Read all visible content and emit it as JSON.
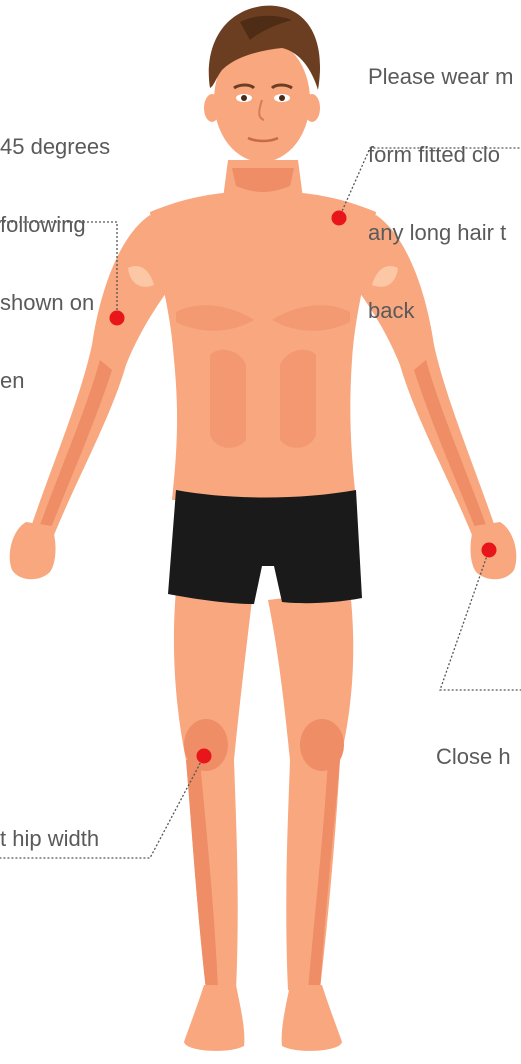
{
  "colors": {
    "skin": "#F8A77F",
    "skin_shadow": "#EE8D66",
    "skin_light": "#FCC7A4",
    "hair": "#6B3E21",
    "hair_dark": "#4E2C16",
    "shorts": "#1A1A1A",
    "marker": "#E8151B",
    "leader_line": "#555555",
    "text": "#5A5A5A"
  },
  "callouts": {
    "clothing": {
      "lines": [
        "Please wear m",
        "form fitted clo",
        "any long hair t",
        "back"
      ],
      "marker_icon": "red-dot"
    },
    "arms": {
      "lines": [
        "45 degrees",
        "following",
        "shown on",
        "en"
      ],
      "marker_icon": "red-dot"
    },
    "hands": {
      "lines": [
        "Close h"
      ],
      "marker_icon": "red-dot"
    },
    "feet": {
      "lines": [
        "t hip width"
      ],
      "marker_icon": "red-dot"
    }
  }
}
